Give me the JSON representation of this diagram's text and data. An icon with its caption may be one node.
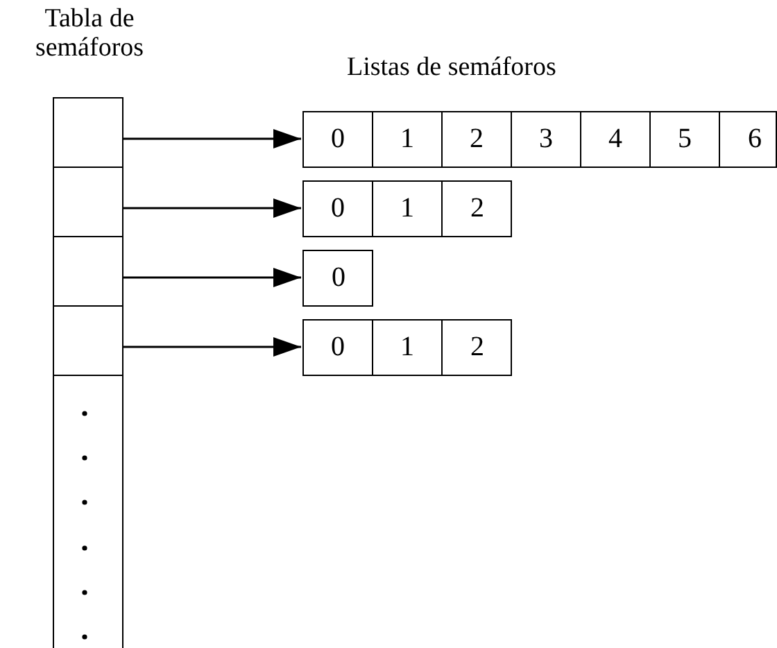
{
  "diagram": {
    "nodes": [
      {
        "text": [
          "Tabla de semáforos"
        ]
      },
      {
        "text": [],
        "shape": "box",
        "in": 0
      },
      {
        "text": [],
        "shape": "box",
        "in": 0
      },
      {
        "text": [],
        "shape": "box",
        "in": 0
      },
      {
        "text": [],
        "shape": "box",
        "in": 0
      },
      {
        "text": [],
        "shape": "box"
      },
      {
        "text": [
          "0"
        ],
        "in": 5
      },
      {
        "text": [
          "1"
        ],
        "in": 5
      },
      {
        "text": [
          "2"
        ],
        "in": 5
      },
      {
        "text": [
          "3"
        ],
        "in": 5
      },
      {
        "text": [
          "4"
        ],
        "in": 5
      },
      {
        "text": [
          "5"
        ],
        "in": 5
      },
      {
        "text": [
          "6"
        ],
        "in": 5
      },
      {
        "text": [],
        "shape": "box"
      },
      {
        "text": [
          "0"
        ],
        "in": 13
      },
      {
        "text": [
          "1"
        ],
        "in": 13
      },
      {
        "text": [
          "2"
        ],
        "in": 13
      },
      {
        "text": [],
        "shape": "box"
      },
      {
        "text": [
          "0"
        ],
        "in": 17
      },
      {
        "text": [],
        "shape": "box"
      },
      {
        "text": [
          "0"
        ],
        "in": 19
      },
      {
        "text": [
          "1"
        ],
        "in": 19
      },
      {
        "text": [
          "2"
        ],
        "in": 19
      }
    ],
    "edges": [
      {
        "from": 1,
        "to": 5,
        "arrow": "to"
      },
      {
        "from": 2,
        "to": 13,
        "arrow": "to"
      },
      {
        "from": 3,
        "to": 17,
        "arrow": "to"
      },
      {
        "from": 4,
        "to": 19,
        "arrow": "to"
      }
    ],
    "labels": [
      "Listas de semáforos"
    ]
  }
}
